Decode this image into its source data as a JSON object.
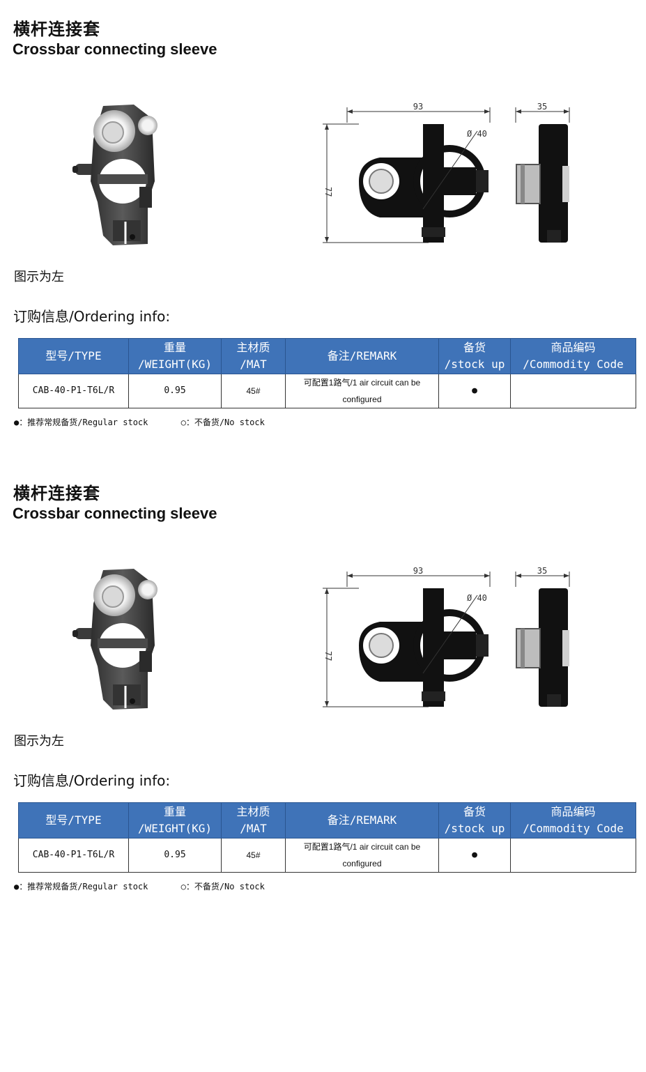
{
  "sections": [
    {
      "title_cn": "横杆连接套",
      "title_en": "Crossbar connecting sleeve",
      "dimensions": {
        "width": "93",
        "height": "77",
        "diameter": "Ø 40",
        "depth": "35"
      },
      "caption": "图示为左",
      "order_label": "订购信息/Ordering info:",
      "table": {
        "headers": {
          "type": "型号/TYPE",
          "weight_1": "重量",
          "weight_2": "/WEIGHT(KG)",
          "mat_1": "主材质",
          "mat_2": "/MAT",
          "remark": "备注/REMARK",
          "stock_1": "备货",
          "stock_2": "/stock up",
          "code_1": "商品编码",
          "code_2": "/Commodity Code"
        },
        "row": {
          "type": "CAB-40-P1-T6L/R",
          "weight": "0.95",
          "mat": "45#",
          "remark_1": "可配置1路气/1 air circuit can be",
          "remark_2": "configured",
          "stock": "●",
          "code": ""
        }
      },
      "legend": {
        "regular": "●：推荐常规备货/Regular stock",
        "no_stock": "○：不备货/No stock"
      }
    },
    {
      "title_cn": "横杆连接套",
      "title_en": "Crossbar connecting sleeve",
      "dimensions": {
        "width": "93",
        "height": "77",
        "diameter": "Ø 40",
        "depth": "35"
      },
      "caption": "图示为左",
      "order_label": "订购信息/Ordering info:",
      "table": {
        "headers": {
          "type": "型号/TYPE",
          "weight_1": "重量",
          "weight_2": "/WEIGHT(KG)",
          "mat_1": "主材质",
          "mat_2": "/MAT",
          "remark": "备注/REMARK",
          "stock_1": "备货",
          "stock_2": "/stock up",
          "code_1": "商品编码",
          "code_2": "/Commodity Code"
        },
        "row": {
          "type": "CAB-40-P1-T6L/R",
          "weight": "0.95",
          "mat": "45#",
          "remark_1": "可配置1路气/1 air circuit can be",
          "remark_2": "configured",
          "stock": "●",
          "code": ""
        }
      },
      "legend": {
        "regular": "●：推荐常规备货/Regular stock",
        "no_stock": "○：不备货/No stock"
      }
    }
  ]
}
